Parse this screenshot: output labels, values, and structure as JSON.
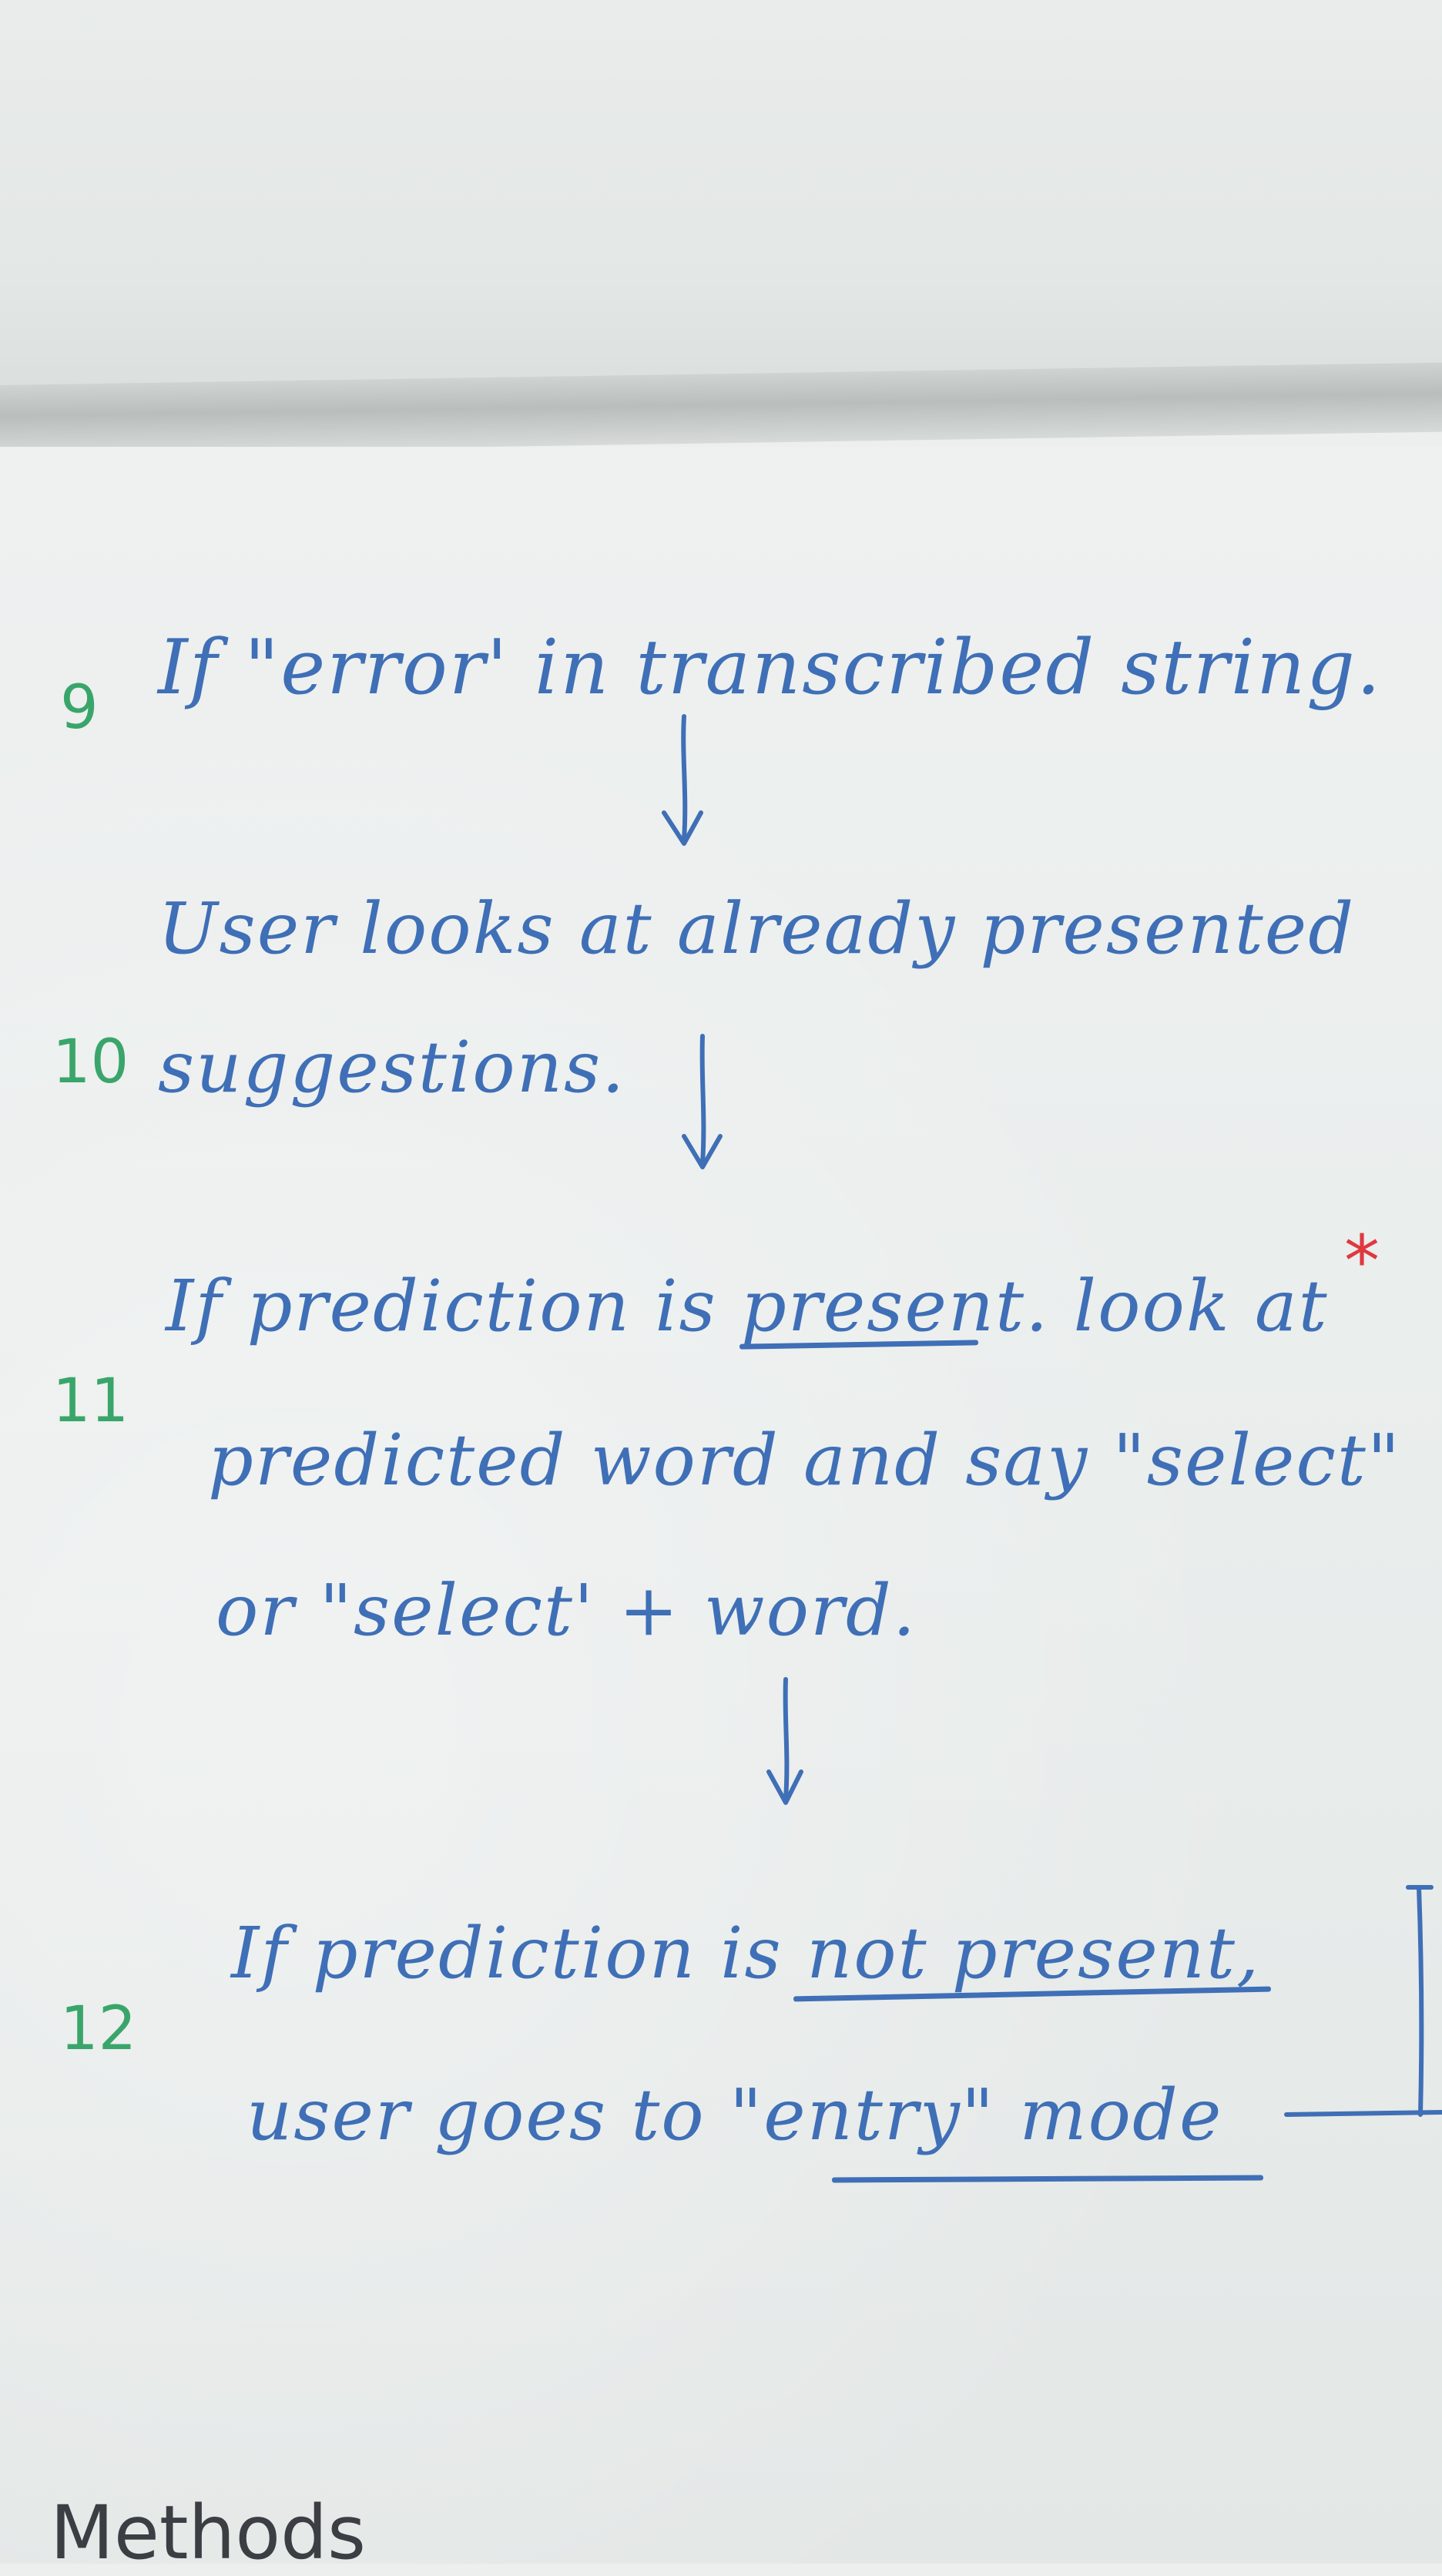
{
  "whiteboard": {
    "steps": [
      {
        "number": "9",
        "lines": [
          "If \"error' in transcribed string."
        ]
      },
      {
        "number": "10",
        "lines": [
          "User looks at already presented",
          "suggestions."
        ]
      },
      {
        "number": "11",
        "lines": [
          "If prediction is present. look at",
          "predicted word and say \"select\"",
          "or \"select' + word."
        ],
        "mark": "*"
      },
      {
        "number": "12",
        "lines": [
          "If prediction is not present,",
          "user goes to \"entry\" mode"
        ]
      }
    ],
    "footer_text": "Methods"
  },
  "colors": {
    "marker_blue": "#3f6fb6",
    "marker_green": "#3aa56a",
    "marker_red": "#e0383f",
    "marker_black": "#3b3f44"
  }
}
